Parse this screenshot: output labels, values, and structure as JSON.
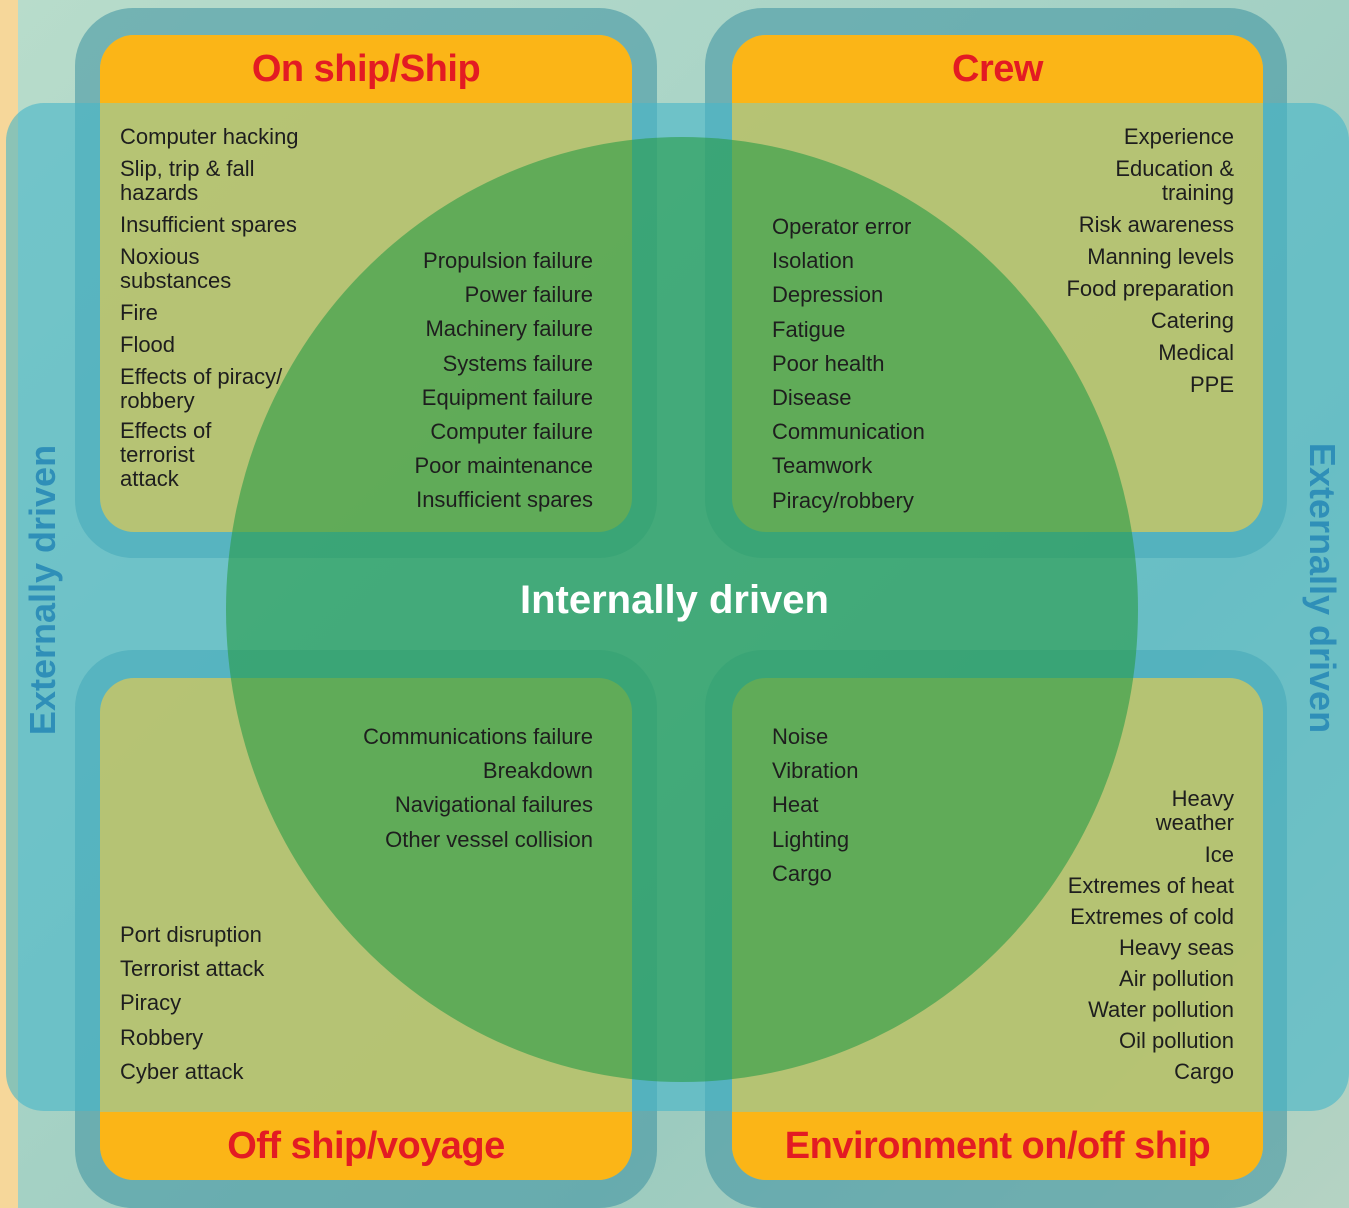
{
  "panels": {
    "top_left": {
      "title": "On ship/Ship"
    },
    "top_right": {
      "title": "Crew"
    },
    "bottom_left": {
      "title": "Off ship/voyage"
    },
    "bottom_right": {
      "title": "Environment on/off ship"
    }
  },
  "center_label": "Internally driven",
  "side_labels": {
    "left": "Externally driven",
    "right": "Externally driven"
  },
  "lists": {
    "top_left_external": [
      "Computer hacking",
      "Slip, trip & fall hazards",
      "Insufficient spares",
      "Noxious substances",
      "Fire",
      "Flood",
      "Effects of piracy/ robbery",
      "Effects of terrorist attack"
    ],
    "top_left_internal": [
      "Propulsion failure",
      "Power failure",
      "Machinery failure",
      "Systems failure",
      "Equipment failure",
      "Computer failure",
      "Poor maintenance",
      "Insufficient spares"
    ],
    "top_right_internal": [
      "Operator error",
      "Isolation",
      "Depression",
      "Fatigue",
      "Poor health",
      "Disease",
      "Communication",
      "Teamwork",
      "Piracy/robbery"
    ],
    "top_right_external": [
      "Experience",
      "Education & training",
      "Risk awareness",
      "Manning levels",
      "Food preparation",
      "Catering",
      "Medical",
      "PPE"
    ],
    "bottom_left_internal": [
      "Communications failure",
      "Breakdown",
      "Navigational failures",
      "Other vessel collision"
    ],
    "bottom_left_external": [
      "Port disruption",
      "Terrorist attack",
      "Piracy",
      "Robbery",
      "Cyber attack"
    ],
    "bottom_right_internal": [
      "Noise",
      "Vibration",
      "Heat",
      "Lighting",
      "Cargo"
    ],
    "bottom_right_external": [
      "Heavy weather",
      "Ice",
      "Extremes of heat",
      "Extremes of cold",
      "Heavy seas",
      "Air pollution",
      "Water pollution",
      "Oil pollution",
      "Cargo"
    ]
  },
  "colors": {
    "header_fill": "#fbb517",
    "header_text": "#e31b23",
    "band": "#48b6c8",
    "circle": "#289b46",
    "side_text": "#2f8fb8"
  }
}
